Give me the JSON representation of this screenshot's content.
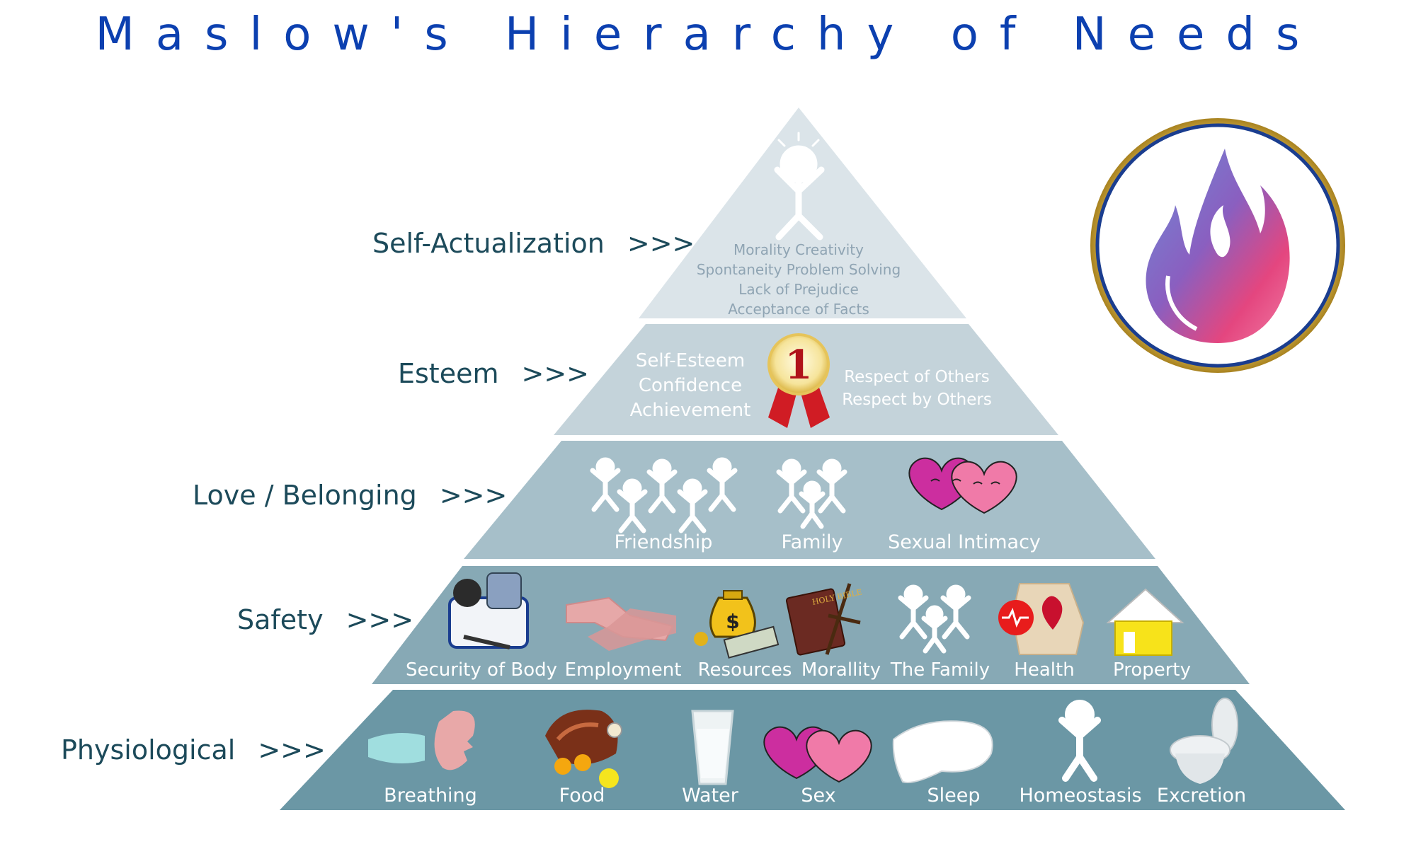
{
  "title": "Maslow's Hierarchy of Needs",
  "arrows": ">>>",
  "levels": {
    "self_actualization": {
      "label": "Self-Actualization",
      "items": [
        "Morality  Creativity",
        "Spontaneity  Problem Solving",
        "Lack of Prejudice",
        "Acceptance of Facts"
      ]
    },
    "esteem": {
      "label": "Esteem",
      "left": [
        "Self-Esteem",
        "Confidence",
        "Achievement"
      ],
      "badge": "1",
      "right": [
        "Respect of Others",
        "Respect by Others"
      ]
    },
    "love": {
      "label": "Love / Belonging",
      "items": [
        "Friendship",
        "Family",
        "Sexual Intimacy"
      ]
    },
    "safety": {
      "label": "Safety",
      "items": [
        "Security of Body",
        "Employment",
        "Resources",
        "Morallity",
        "The Family",
        "Health",
        "Property"
      ],
      "bible_text": "HOLY BIBLE"
    },
    "physiological": {
      "label": "Physiological",
      "items": [
        "Breathing",
        "Food",
        "Water",
        "Sex",
        "Sleep",
        "Homeostasis",
        "Excretion"
      ]
    }
  },
  "colors": {
    "title": "#0c40b0",
    "label": "#1c4a5a",
    "tier1": "#6b97a5",
    "tier2": "#87a9b5",
    "tier3": "#a6bfc9",
    "tier4": "#c4d3da",
    "tier5": "#dbe4e9",
    "flame_ring": "#c9a43a",
    "flame_inner_ring": "#1a3d8f"
  }
}
